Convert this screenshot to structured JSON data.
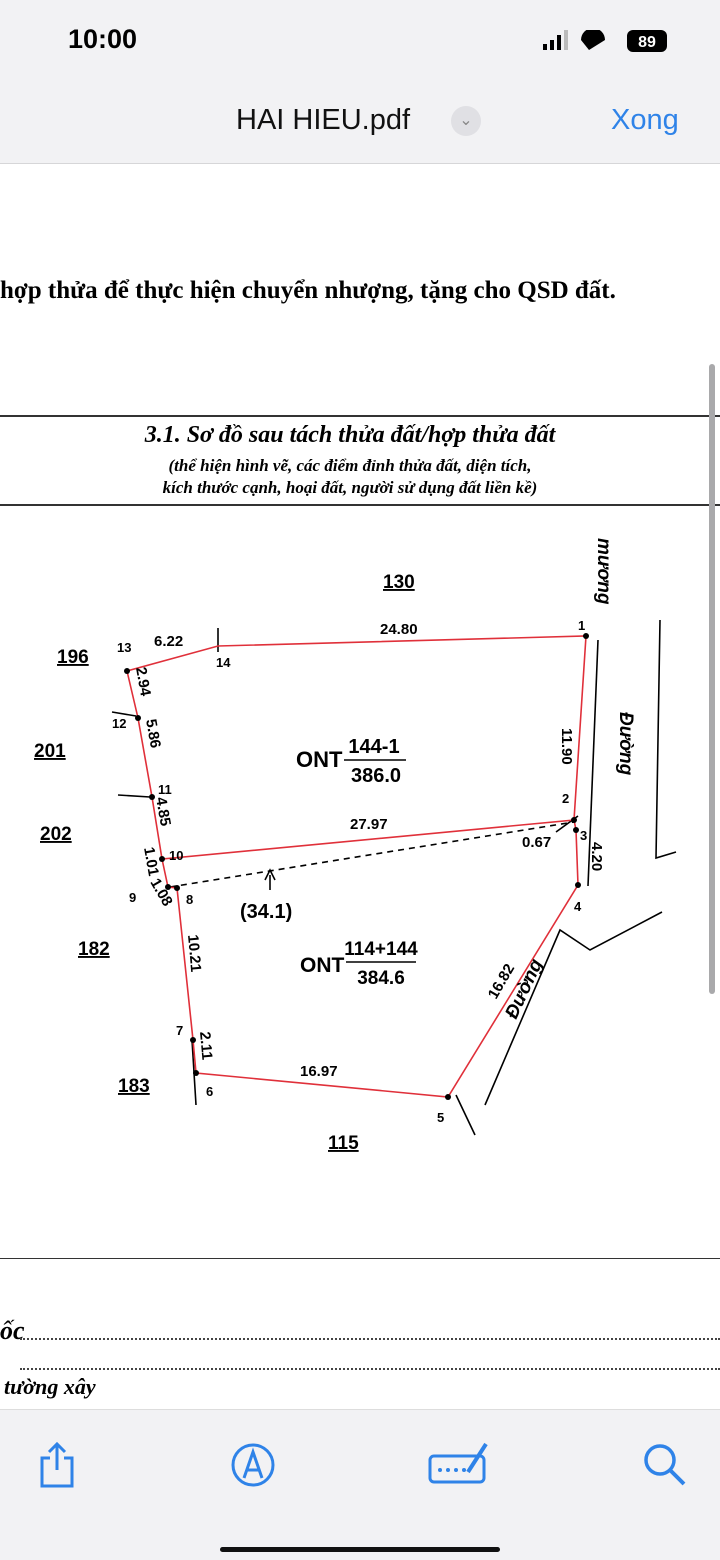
{
  "status": {
    "time": "10:00",
    "battery": "89"
  },
  "nav": {
    "title": "HAI HIEU.pdf",
    "done": "Xong"
  },
  "doc": {
    "intro": "hợp thửa để thực hiện chuyển nhượng, tặng cho QSD đất.",
    "heading": "3.1. Sơ đồ sau tách thửa đất/hợp thửa đất",
    "sub1": "(thể hiện hình vẽ, các điểm đỉnh thửa đất, diện tích,",
    "sub2": "kích thước cạnh, hoại đất, người sử dụng đất liền kề)",
    "footer1": "ốc",
    "footer3": "tường xây"
  },
  "diagram": {
    "neighbors": [
      "130",
      "196",
      "201",
      "202",
      "182",
      "183",
      "115"
    ],
    "points": [
      "1",
      "2",
      "3",
      "4",
      "5",
      "6",
      "7",
      "8",
      "9",
      "10",
      "11",
      "12",
      "13",
      "14"
    ],
    "edges": {
      "e13_14": "6.22",
      "e14_1": "24.80",
      "e1_2": "11.90",
      "e2_10": "27.97",
      "e12_13": "2.94",
      "e11_12": "5.86",
      "e10_11": "4.85",
      "e9_10": "1.01",
      "e8_9": "1.08",
      "e7_8": "10.21",
      "e6_7": "2.11",
      "e5_6": "16.97",
      "e4_5": "16.82",
      "e2_3": "0.67",
      "e3_4": "4.20"
    },
    "parcel1": {
      "type": "ONT",
      "number": "144-1",
      "area": "386.0"
    },
    "parcel2": {
      "type": "ONT",
      "number": "114+144",
      "area": "384.6"
    },
    "old_area": "(34.1)",
    "labels": {
      "canal": "mương",
      "road_right": "Đường",
      "road_lower": "Đường"
    },
    "colors": {
      "boundary": "#e0303a",
      "lines": "#000000"
    }
  },
  "toolbar": [
    "share-icon",
    "markup-icon",
    "signature-icon",
    "search-icon"
  ]
}
